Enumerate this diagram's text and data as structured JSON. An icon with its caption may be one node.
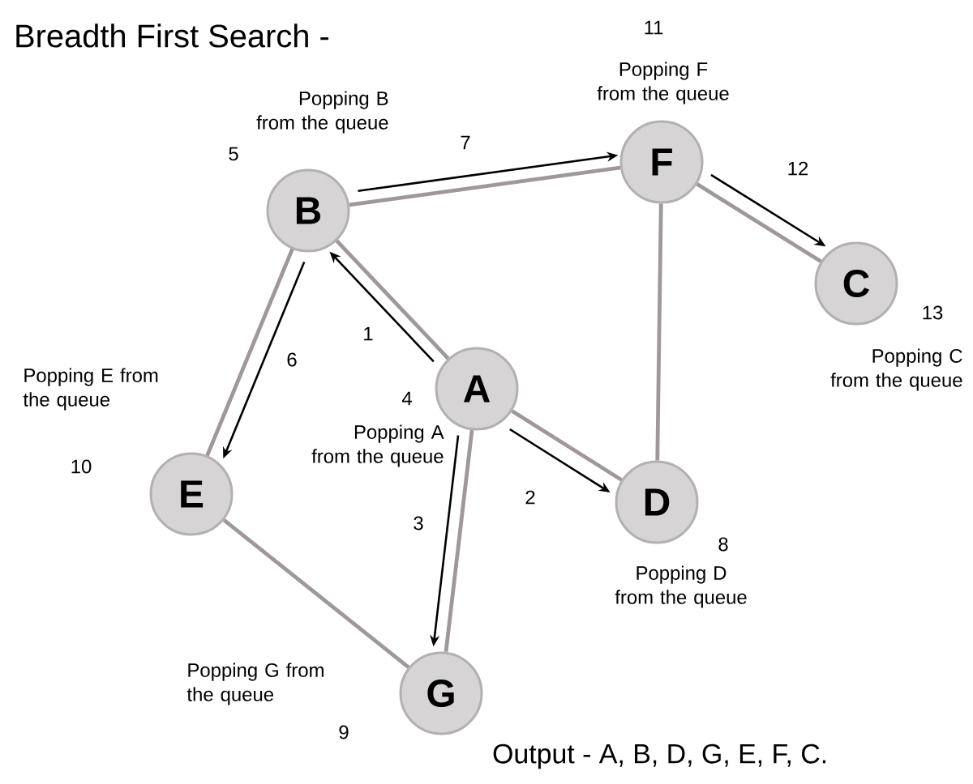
{
  "diagram": {
    "title": "Breadth First Search -",
    "nodes": [
      {
        "text": [
          "A"
        ],
        "beside": [
          "Popping A from the queue",
          "4"
        ]
      },
      {
        "text": [
          "B"
        ],
        "beside": [
          "Popping B from the queue",
          "5"
        ]
      },
      {
        "text": [
          "C"
        ],
        "beside": [
          "Popping C from the queue",
          "13"
        ]
      },
      {
        "text": [
          "D"
        ],
        "beside": [
          "Popping D from the queue",
          "8"
        ]
      },
      {
        "text": [
          "E"
        ],
        "beside": [
          "Popping E from the queue",
          "10"
        ]
      },
      {
        "text": [
          "F"
        ],
        "beside": [
          "Popping F from the queue",
          "11"
        ]
      },
      {
        "text": [
          "G"
        ],
        "beside": [
          "Popping G from the queue",
          "9"
        ]
      }
    ],
    "edges": [
      {
        "from": 0,
        "to": 1,
        "arrow": "none"
      },
      {
        "from": 0,
        "to": 3,
        "arrow": "none"
      },
      {
        "from": 0,
        "to": 6,
        "arrow": "none"
      },
      {
        "from": 1,
        "to": 5,
        "arrow": "none"
      },
      {
        "from": 1,
        "to": 4,
        "arrow": "none"
      },
      {
        "from": 5,
        "to": 2,
        "arrow": "none"
      },
      {
        "from": 5,
        "to": 3,
        "arrow": "none"
      },
      {
        "from": 4,
        "to": 6,
        "arrow": "none"
      },
      {
        "from": 0,
        "to": 1,
        "arrow": "to",
        "label": "1",
        "color": "#000000"
      },
      {
        "from": 0,
        "to": 3,
        "arrow": "to",
        "label": "2",
        "color": "#000000"
      },
      {
        "from": 0,
        "to": 6,
        "arrow": "to",
        "label": "3",
        "color": "#000000"
      },
      {
        "from": 1,
        "to": 4,
        "arrow": "to",
        "label": "6",
        "color": "#000000"
      },
      {
        "from": 1,
        "to": 5,
        "arrow": "to",
        "label": "7",
        "color": "#000000"
      },
      {
        "from": 5,
        "to": 2,
        "arrow": "to",
        "label": "12",
        "color": "#000000"
      }
    ],
    "labels": [
      "Output  -   A, B, D, G, E, F, C."
    ]
  }
}
